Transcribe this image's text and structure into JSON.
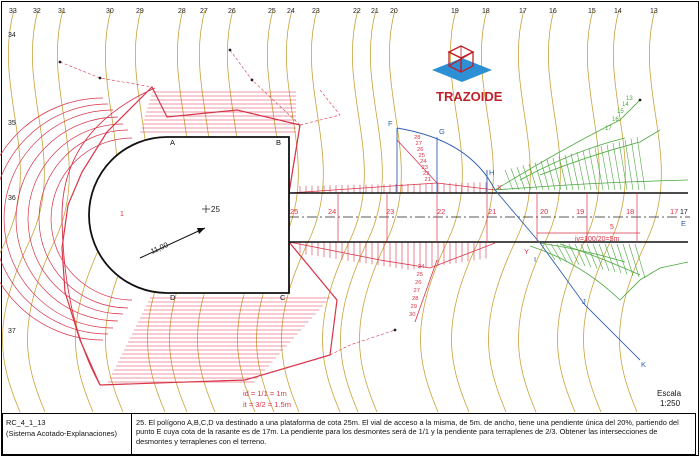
{
  "logo": {
    "text": "TRAZOIDE"
  },
  "contour_labels_top": [
    "33",
    "32",
    "31",
    "30",
    "29",
    "28",
    "27",
    "26",
    "25",
    "24",
    "23",
    "22",
    "21",
    "20",
    "19",
    "18",
    "17",
    "16",
    "15",
    "14",
    "13"
  ],
  "grid_labels_left": [
    "34",
    "35",
    "36",
    "37"
  ],
  "vertices": {
    "A": "A",
    "B": "B",
    "C": "C",
    "D": "D",
    "E": "E",
    "F": "F",
    "G": "G",
    "H": "H",
    "I": "I",
    "J": "J",
    "K": "K",
    "X": "X",
    "Y": "Y"
  },
  "platform": {
    "center_label": "25",
    "radius_label": "11,00",
    "interval_label": "1"
  },
  "road_labels": [
    "25",
    "24",
    "23",
    "22",
    "21",
    "20",
    "19",
    "18",
    "17"
  ],
  "cut_ticks_upper": [
    "28",
    "27",
    "26",
    "25",
    "24",
    "23",
    "22",
    "21"
  ],
  "cut_ticks_lower": [
    "24",
    "25",
    "26",
    "27",
    "28",
    "29",
    "30"
  ],
  "fill_ticks": [
    "17",
    "16",
    "15",
    "14",
    "13"
  ],
  "road_slope": {
    "interval": "5",
    "formula": "iv=100/20=5m"
  },
  "legend": {
    "cut": "id = 1/1 = 1m",
    "fill": "it = 3/2 = 1.5m"
  },
  "scale": {
    "label": "Escala",
    "value": "1:250"
  },
  "footer": {
    "code": "RC_4_1_13",
    "system": "(Sistema Acotado-Explanaciones)",
    "statement": "25. El polígono A,B,C,D va destinado a una plataforma de cota 25m. El vial de acceso a la misma, de 5m. de ancho, tiene una pendiente única del 20%, partiendo del punto E cuya cota de la rasante es de 17m. La pendiente para los desmontes será de 1/1 y la pendiente para terraplenes de 2/3. Obtener las intersecciones de desmontes y terraplenes con el terreno."
  },
  "colors": {
    "contour": "#c9a23a",
    "cut": "#d8344a",
    "fill": "#4aa83e",
    "outline": "#111111",
    "blue": "#3060b0",
    "logo_blue": "#2d8fd4"
  }
}
